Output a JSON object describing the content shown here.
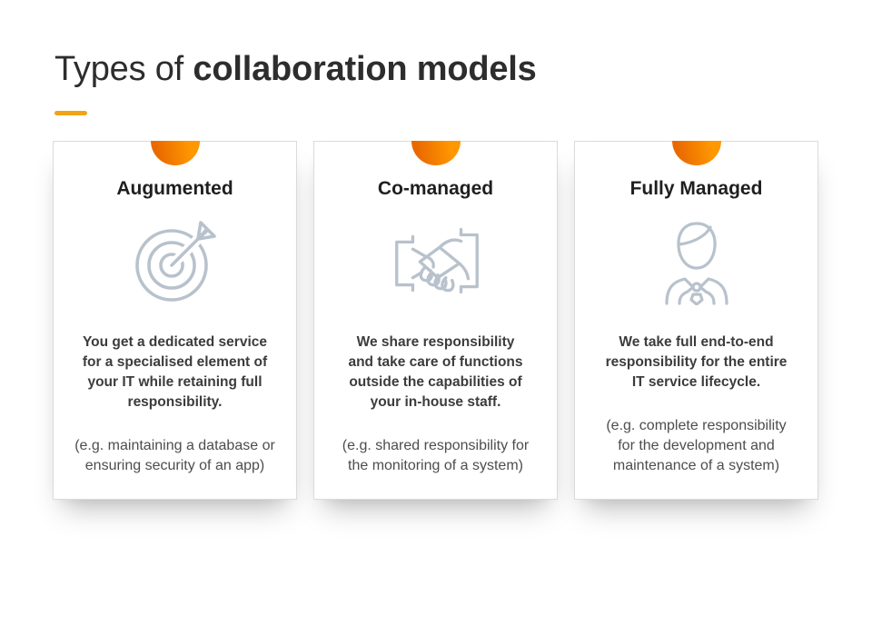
{
  "header": {
    "title_light": "Types of",
    "title_bold": "collaboration models"
  },
  "cards": [
    {
      "title": "Augumented",
      "icon": "target-arrow-icon",
      "description": "You get a dedicated service\nfor a specialised element of\nyour IT while retaining full\nresponsibility.",
      "example": "(e.g. maintaining a database or\nensuring security of an app)"
    },
    {
      "title": "Co-managed",
      "icon": "handshake-icon",
      "description": "We share responsibility\nand take care of functions\noutside the capabilities of\nyour in-house staff.",
      "example": "(e.g. shared responsibility for\nthe monitoring of a system)"
    },
    {
      "title": "Fully Managed",
      "icon": "businessman-icon",
      "description": "We take full end-to-end\nresponsibility for the entire\nIT service lifecycle.",
      "example": "(e.g. complete responsibility\nfor the development and\nmaintenance of a system)"
    }
  ],
  "colors": {
    "accent_bar": "#f0a418",
    "circle_gradient_start": "#e96900",
    "circle_gradient_end": "#ff9701",
    "icon_stroke": "#b8c2cc",
    "title_text": "#2d2d2d",
    "card_title_text": "#1f1f1f",
    "body_text": "#3c3c3c",
    "example_text": "#4d4d4d"
  }
}
